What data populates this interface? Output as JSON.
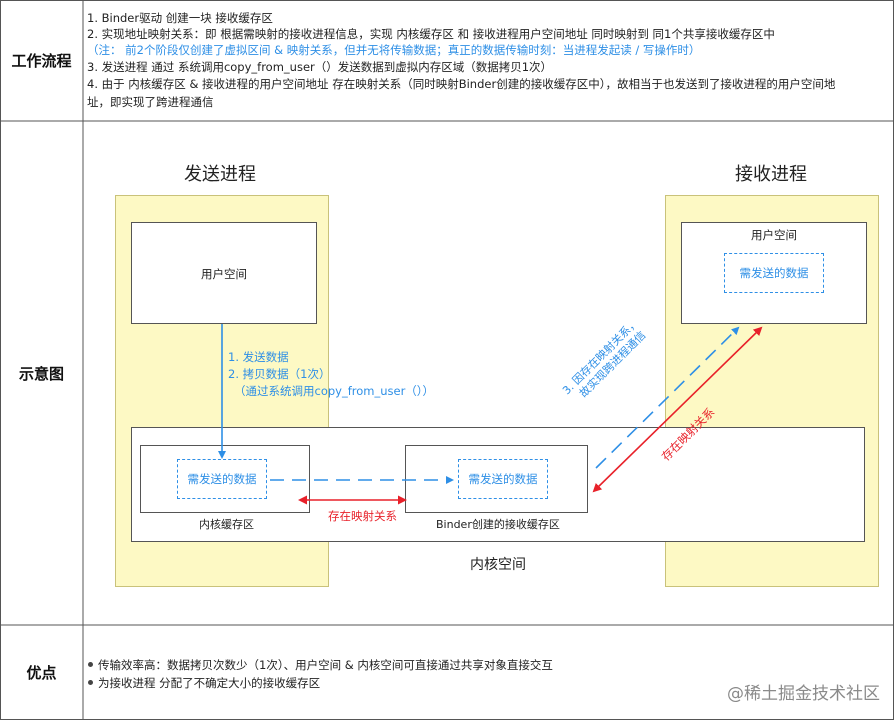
{
  "rows": {
    "workflow_label": "工作流程",
    "diagram_label": "示意图",
    "advantages_label": "优点"
  },
  "workflow": {
    "line1": "1. Binder驱动 创建一块 接收缓存区",
    "line2": "2. 实现地址映射关系：即 根据需映射的接收进程信息，实现 内核缓存区 和 接收进程用户空间地址 同时映射到 同1个共享接收缓存区中",
    "line3": "（注： 前2个阶段仅创建了虚拟区间 & 映射关系，但并无将传输数据；真正的数据传输时刻：当进程发起读 / 写操作时）",
    "line4": "3. 发送进程 通过 系统调用copy_from_user（）发送数据到虚拟内存区域（数据拷贝1次）",
    "line5": "4. 由于 内核缓存区 & 接收进程的用户空间地址 存在映射关系（同时映射Binder创建的接收缓存区中），故相当于也发送到了接收进程的用户空间地",
    "line6": "址，即实现了跨进程通信"
  },
  "diagram": {
    "sender_title": "发送进程",
    "receiver_title": "接收进程",
    "sender_user_space": "用户空间",
    "receiver_user_space": "用户空间",
    "data_to_send_1": "需发送的数据",
    "data_to_send_2": "需发送的数据",
    "data_to_send_3": "需发送的数据",
    "kernel_buffer": "内核缓存区",
    "binder_buffer": "Binder创建的接收缓存区",
    "kernel_space": "内核空间",
    "step1": "1. 发送数据",
    "step2": "2. 拷贝数据（1次）",
    "step2_note": "（通过系统调用copy_from_user（））",
    "mapping_bottom": "存在映射关系",
    "mapping_diag": "存在映射关系",
    "step3_line1": "3. 因存在映射关系，",
    "step3_line2": "故实现跨进程通信"
  },
  "advantages": {
    "item1": "传输效率高：数据拷贝次数少（1次）、用户空间 & 内核空间可直接通过共享对象直接交互",
    "item2": "为接收进程 分配了不确定大小的接收缓存区"
  },
  "watermark": "@稀土掘金技术社区",
  "colors": {
    "blue": "#2e8fe6",
    "red": "#e8212a",
    "process_fill": "#fdf9c4",
    "process_border": "#c9c27a"
  }
}
